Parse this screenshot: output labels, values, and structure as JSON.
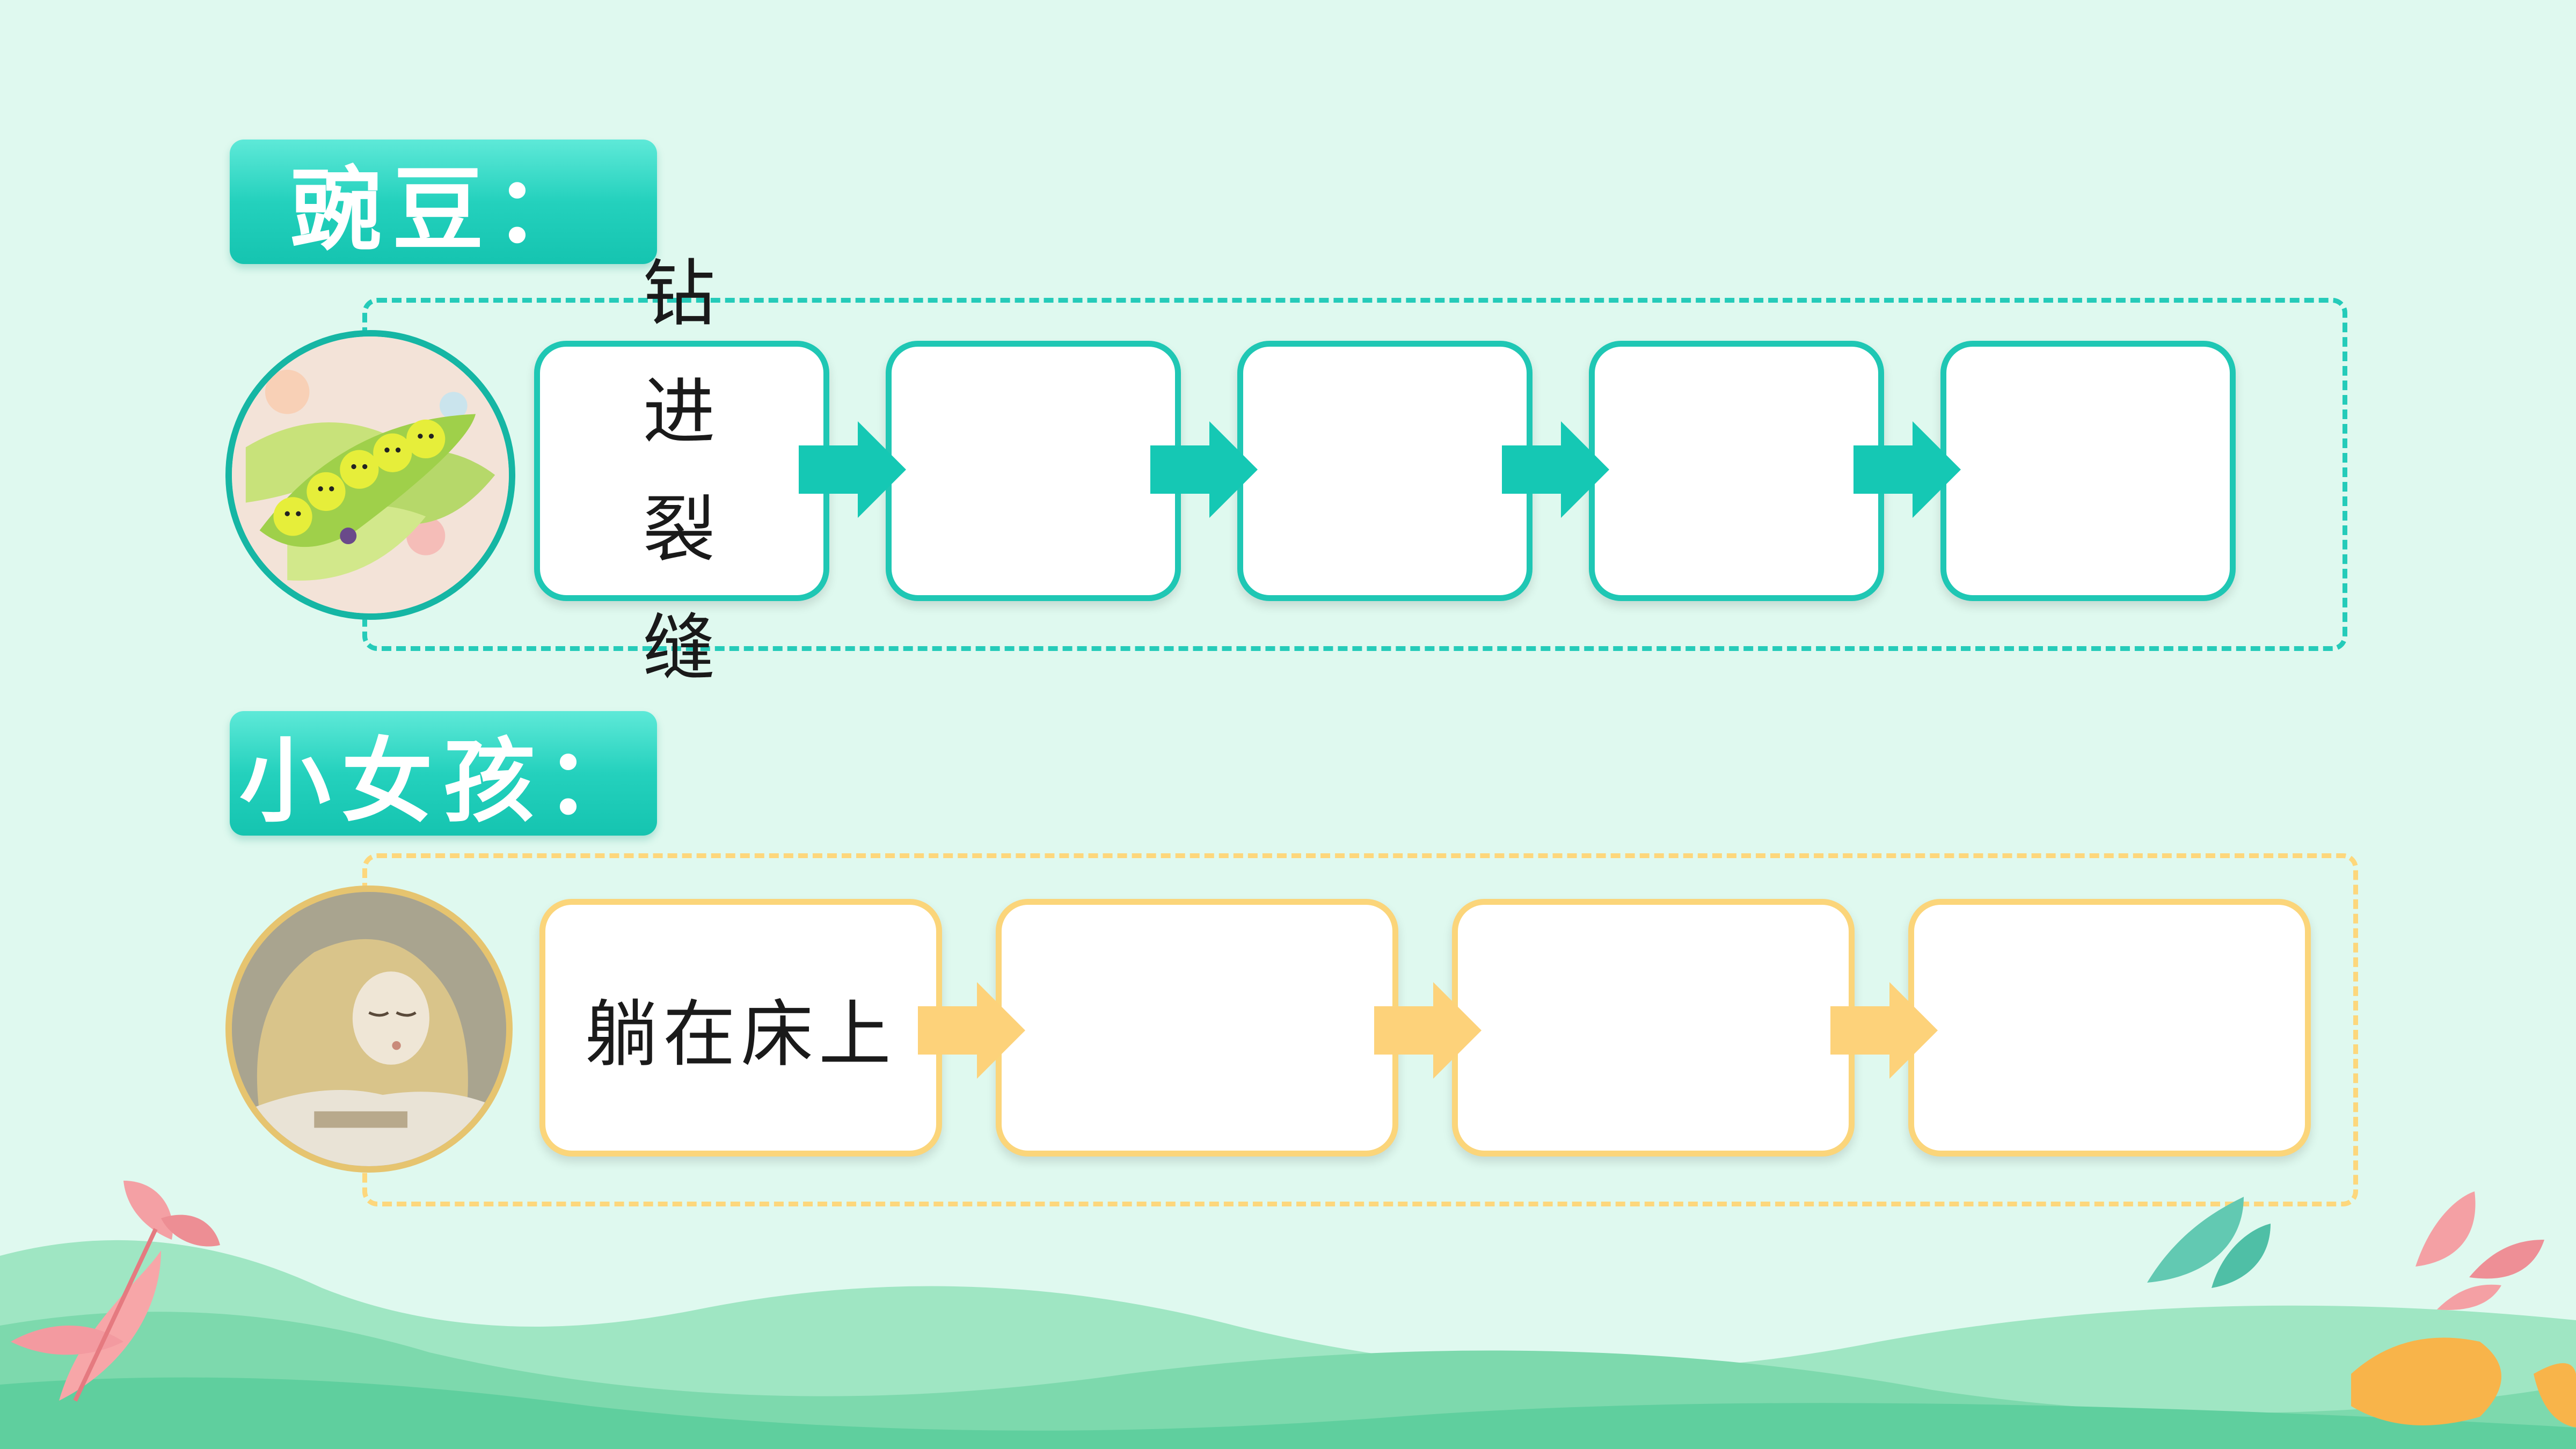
{
  "pea_section": {
    "tab_label": "豌豆：",
    "steps": [
      {
        "text": "钻进\n裂缝"
      },
      {
        "text": ""
      },
      {
        "text": ""
      },
      {
        "text": ""
      },
      {
        "text": ""
      }
    ]
  },
  "girl_section": {
    "tab_label": "小女孩：",
    "steps": [
      {
        "text": "躺在床上"
      },
      {
        "text": ""
      },
      {
        "text": ""
      },
      {
        "text": ""
      }
    ]
  },
  "colors": {
    "background": "#dff9ef",
    "teal_accent": "#1fc7b4",
    "yellow_accent": "#fbd57a"
  },
  "icons": [
    "pea-pod-illustration",
    "sleeping-girl-illustration",
    "leaf-decoration-icon"
  ]
}
